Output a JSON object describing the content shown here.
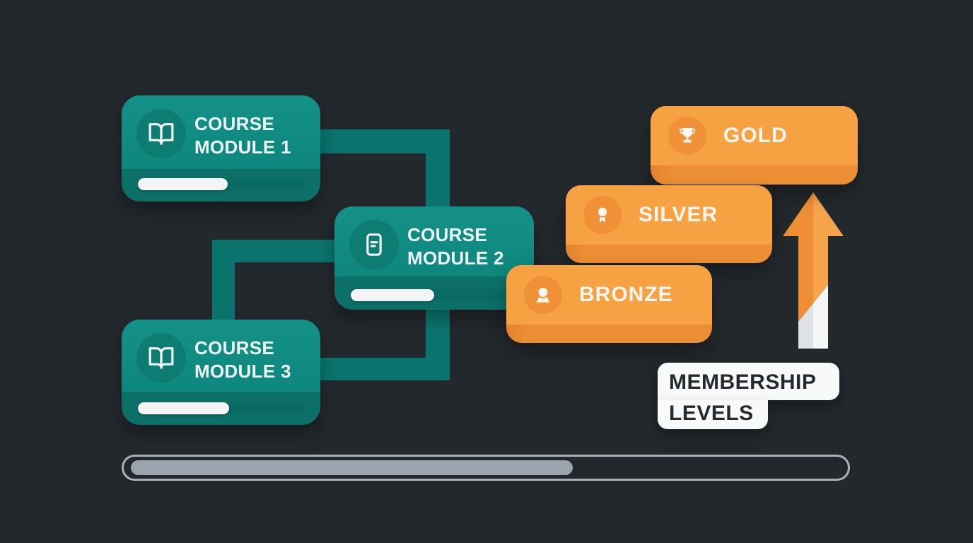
{
  "modules": [
    {
      "label_line1": "COURSE",
      "label_line2": "MODULE 1",
      "icon": "book-open-icon",
      "progress_percent": 54
    },
    {
      "label_line1": "COURSE",
      "label_line2": "MODULE 2",
      "icon": "document-icon",
      "progress_percent": 50
    },
    {
      "label_line1": "COURSE",
      "label_line2": "MODULE 3",
      "icon": "book-open-icon",
      "progress_percent": 55
    }
  ],
  "membership": {
    "levels": [
      {
        "label": "GOLD",
        "icon": "trophy-icon"
      },
      {
        "label": "SILVER",
        "icon": "medal-icon"
      },
      {
        "label": "BRONZE",
        "icon": "person-icon"
      }
    ],
    "caption_line1": "MEMBERSHIP",
    "caption_line2": "LEVELS"
  },
  "overall_progress": {
    "percent": 61
  },
  "colors": {
    "background": "#23282c",
    "card_teal": "#0e877d",
    "card_teal_edge": "#0c7069",
    "connector_teal": "#0c746e",
    "card_orange": "#f6a243",
    "card_orange_edge": "#eb8e34",
    "progress_fill_white": "#f2f5f4",
    "caption_background": "#f8f9f9",
    "caption_text": "#26292d",
    "overall_bar_border": "#a9b0b9",
    "overall_bar_fill": "#9aa3ae"
  }
}
